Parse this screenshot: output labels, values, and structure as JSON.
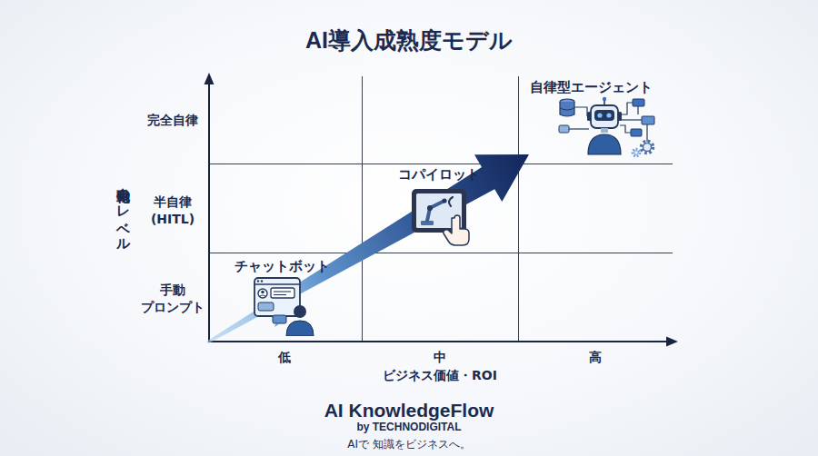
{
  "diagram": {
    "title": "AI導入成熟度モデル",
    "nodes": [
      {
        "text": [
          "チャットボット"
        ]
      },
      {
        "text": [
          "コパイロット"
        ]
      },
      {
        "text": [
          "自律型エージェント"
        ]
      }
    ],
    "edges": [
      {
        "from": 0,
        "to": 2,
        "arrow": "to"
      }
    ],
    "labels": [
      "完全自律",
      "半自律 (HITL)",
      "手動 プロンプト",
      "自動化のレベル",
      "低",
      "中",
      "高",
      "ビジネス価値・ROI",
      "AI KnowledgeFlow",
      "by TECHNODIGITAL",
      "AIで 知識をビジネスへ。"
    ]
  }
}
